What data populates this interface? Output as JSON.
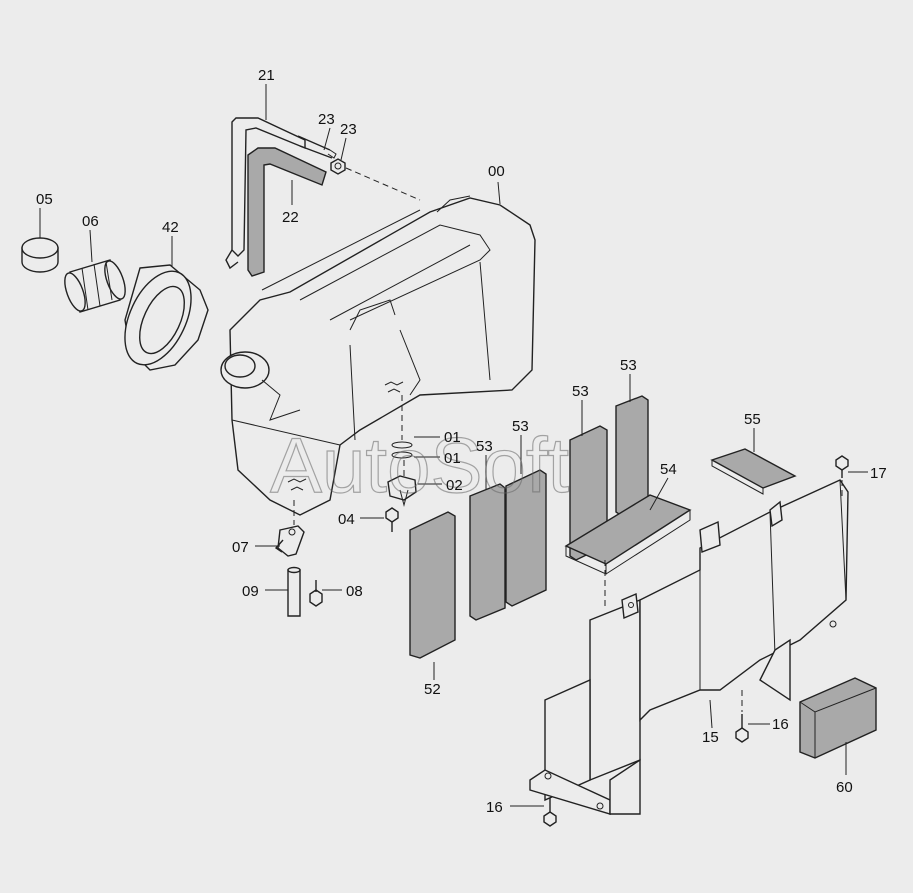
{
  "watermark": "AutoSoft",
  "labels": {
    "p00": "00",
    "p01a": "01",
    "p01b": "01",
    "p02": "02",
    "p04": "04",
    "p05": "05",
    "p06": "06",
    "p07": "07",
    "p08": "08",
    "p09": "09",
    "p15": "15",
    "p16a": "16",
    "p16b": "16",
    "p17": "17",
    "p21": "21",
    "p22": "22",
    "p23a": "23",
    "p23b": "23",
    "p42": "42",
    "p52": "52",
    "p53a": "53",
    "p53b": "53",
    "p53c": "53",
    "p53d": "53",
    "p54": "54",
    "p55": "55",
    "p60": "60"
  }
}
